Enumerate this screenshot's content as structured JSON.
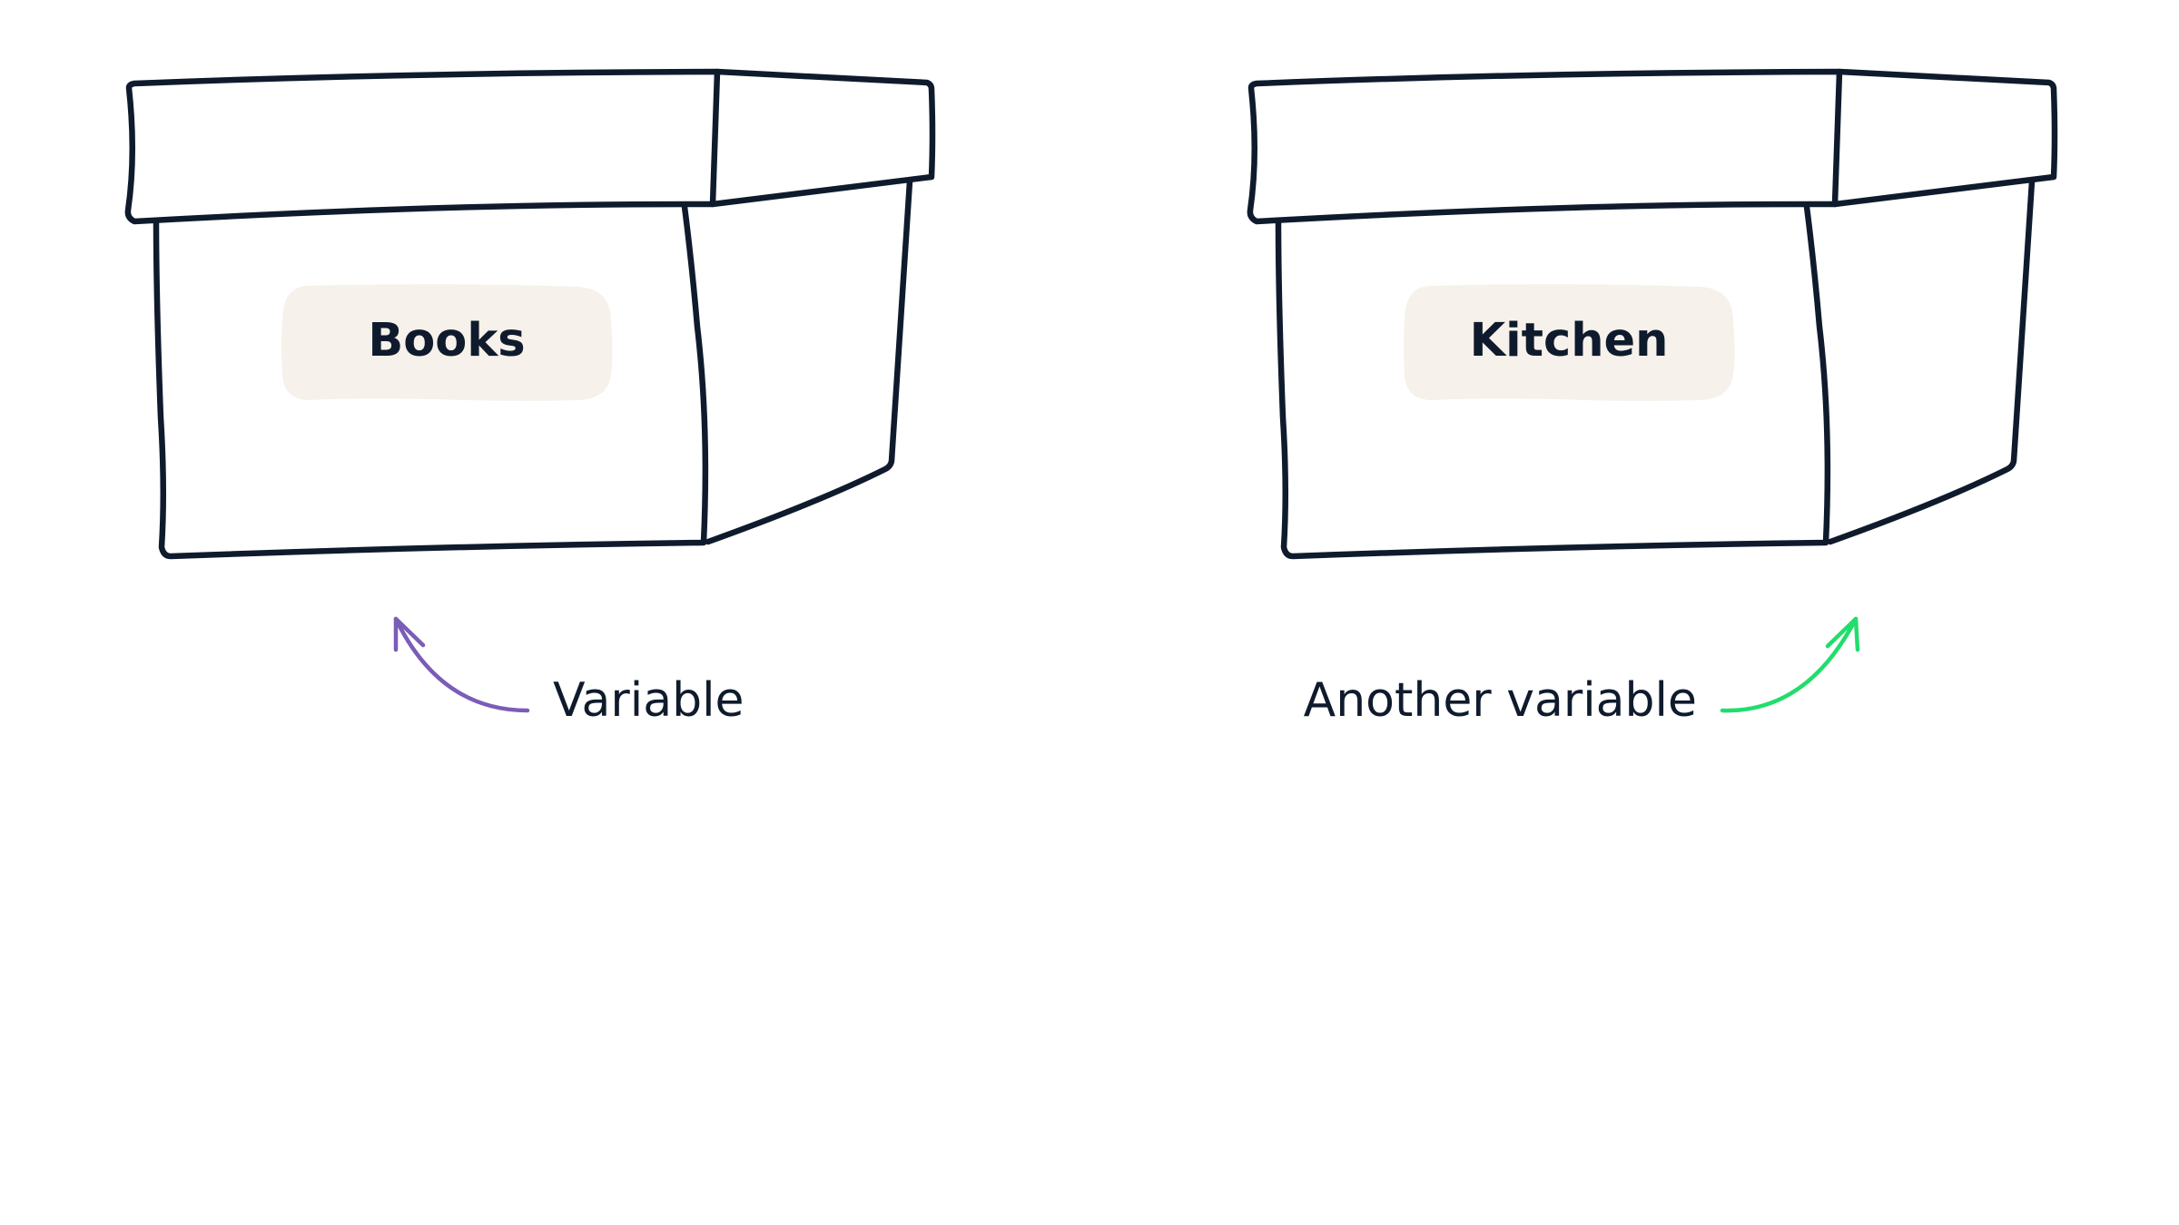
{
  "boxes": [
    {
      "label": "Books"
    },
    {
      "label": "Kitchen"
    }
  ],
  "captions": [
    {
      "text": "Variable",
      "arrow_color": "#7b5cb8"
    },
    {
      "text": "Another variable",
      "arrow_color": "#22dd6e"
    }
  ],
  "colors": {
    "outline": "#0f1b2d",
    "label_background": "#f6f1ea",
    "background": "#ffffff"
  }
}
